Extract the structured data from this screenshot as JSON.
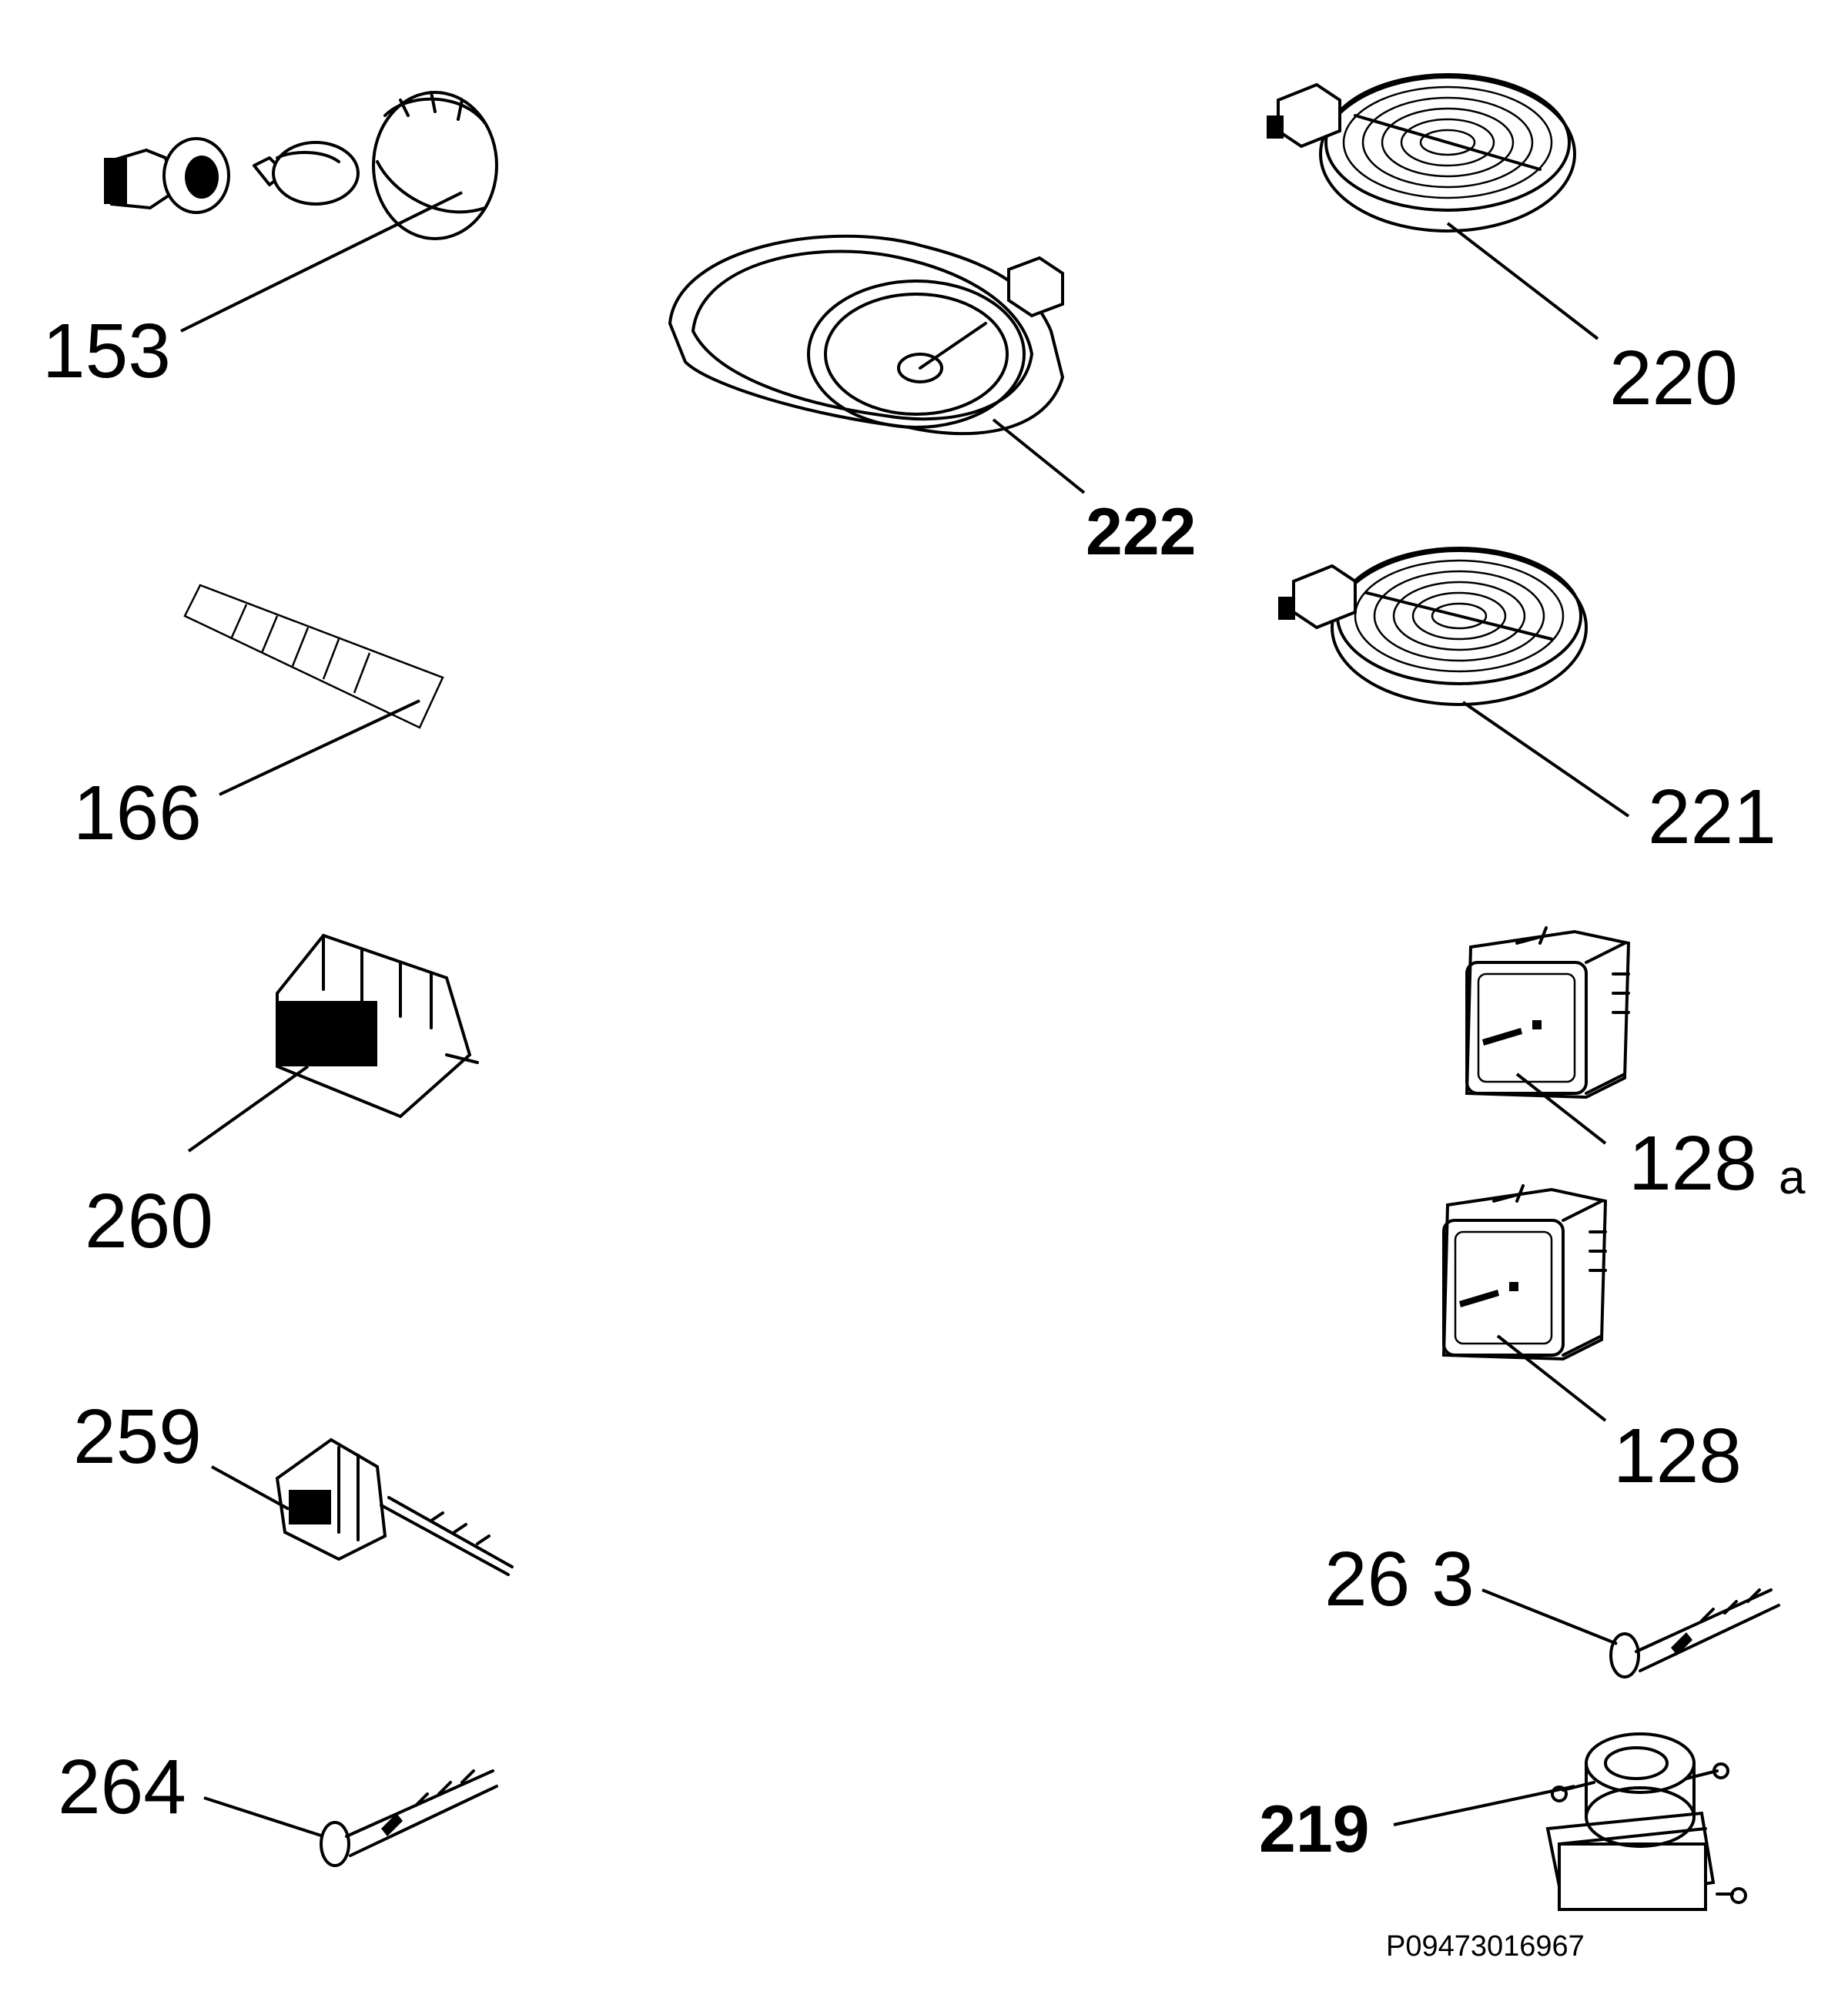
{
  "diagram": {
    "part_labels": {
      "p153": "153",
      "p220": "220",
      "p222": "222",
      "p166": "166",
      "p221": "221",
      "p260": "260",
      "p128a_num": "128",
      "p128a_suffix": "a",
      "p128": "128",
      "p259": "259",
      "p263": "26 3",
      "p264": "264",
      "p219": "219"
    },
    "drawing_code": "P09473016967"
  }
}
